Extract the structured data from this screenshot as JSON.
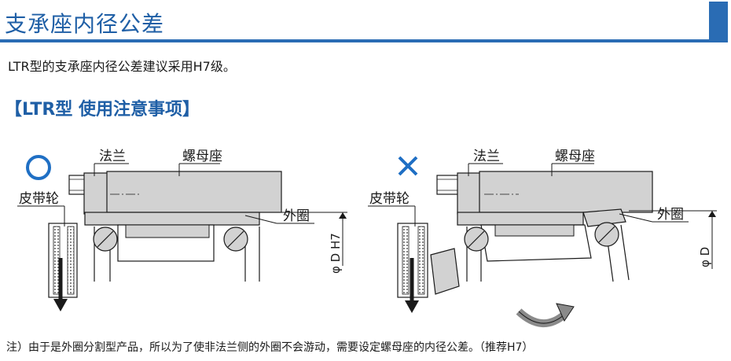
{
  "header": {
    "title": "支承座内径公差"
  },
  "intro": {
    "text": "LTR型的支承座内径公差建议采用H7级。"
  },
  "section": {
    "heading": "【LTR型  使用注意事项】"
  },
  "diagram_good": {
    "mark": "○",
    "label_flange": "法兰",
    "label_housing": "螺母座",
    "label_pulley": "皮带轮",
    "label_outer_ring": "外圈",
    "dimension_label": "φ D H7",
    "mark_color": "#1f6fc4"
  },
  "diagram_bad": {
    "mark": "×",
    "label_flange": "法兰",
    "label_housing": "螺母座",
    "label_pulley": "皮带轮",
    "label_outer_ring": "外圈",
    "dimension_label": "φ D",
    "mark_color": "#1f6fc4"
  },
  "footer": {
    "note": "注）由于是外圈分割型产品，所以为了使非法兰侧的外圈不会游动，需要设定螺母座的内径公差。（推荐H7）"
  },
  "colors": {
    "brand_blue": "#2a6cb4",
    "part_gray": "#d2d2d2",
    "outline": "#1a1a1a"
  }
}
